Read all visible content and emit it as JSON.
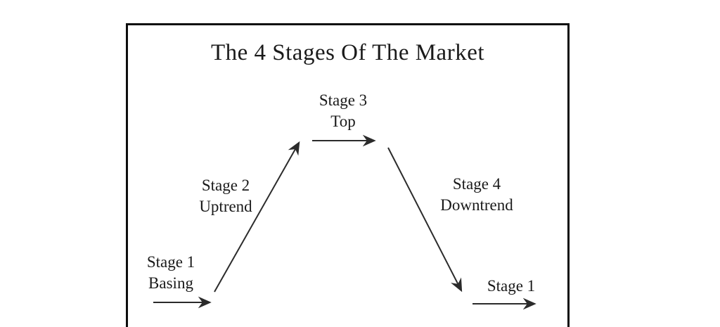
{
  "diagram": {
    "title": "The 4 Stages Of The Market",
    "labels": {
      "stage1_basing": {
        "line1": "Stage 1",
        "line2": "Basing"
      },
      "stage2_uptrend": {
        "line1": "Stage 2",
        "line2": "Uptrend"
      },
      "stage3_top": {
        "line1": "Stage 3",
        "line2": "Top"
      },
      "stage4_downtrend": {
        "line1": "Stage 4",
        "line2": "Downtrend"
      },
      "stage1_cycle": {
        "line1": "Stage 1"
      }
    },
    "colors": {
      "line": "#2b2b2b",
      "text": "#1a1a1a",
      "border": "#0d0d0d",
      "background": "#ffffff"
    }
  }
}
